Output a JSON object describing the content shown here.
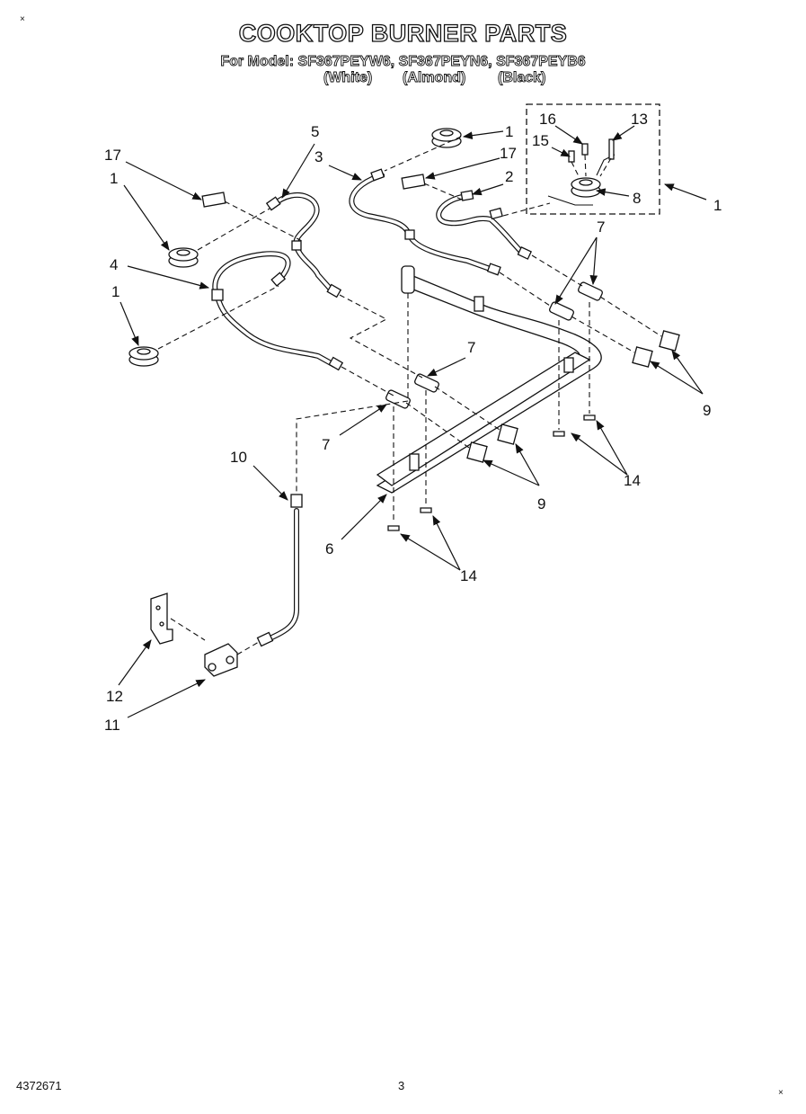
{
  "header": {
    "title": "COOKTOP BURNER PARTS",
    "models_line": "For Model: SF367PEYW6, SF367PEYN6, SF367PEYB6",
    "colors": [
      "(White)",
      "(Almond)",
      "(Black)"
    ]
  },
  "footer": {
    "doc_number": "4372671",
    "page_number": "3"
  },
  "callouts": {
    "c1a": "1",
    "c1b": "1",
    "c1c": "1",
    "c1d": "1",
    "c2": "2",
    "c3": "3",
    "c4": "4",
    "c5": "5",
    "c6": "6",
    "c7a": "7",
    "c7b": "7",
    "c7c": "7",
    "c8": "8",
    "c9a": "9",
    "c9b": "9",
    "c10": "10",
    "c11": "11",
    "c12": "12",
    "c13": "13",
    "c14a": "14",
    "c14b": "14",
    "c15": "15",
    "c16": "16",
    "c17a": "17",
    "c17b": "17"
  }
}
